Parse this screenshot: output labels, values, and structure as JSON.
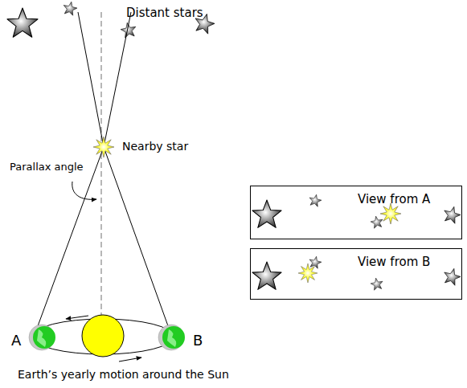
{
  "diagram": {
    "nodes": [
      {
        "text": [
          "View from A"
        ]
      },
      {
        "text": [
          "View from B"
        ]
      }
    ],
    "labels": [
      "Distant stars",
      "Nearby star",
      "Parallax angle",
      "A",
      "B",
      "Earth’s yearly motion around the Sun"
    ]
  }
}
